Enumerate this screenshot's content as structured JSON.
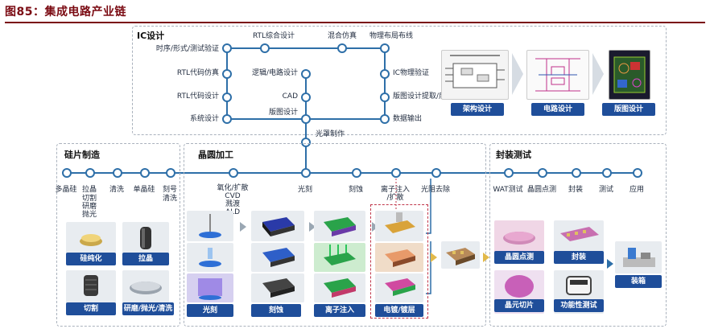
{
  "title": "图85：集成电路产业链",
  "ic_design": {
    "label": "IC设计",
    "top": [
      "RTL综合设计",
      "混合仿真",
      "物理布局布线"
    ],
    "left": [
      "时序/形式/测试验证",
      "RTL代码仿真",
      "RTL代码设计",
      "系统设计"
    ],
    "center": [
      "逻辑/电路设计",
      "CAD",
      "版图设计"
    ],
    "right": [
      "IC物理验证",
      "版图设计提取/后仿",
      "数据输出"
    ],
    "mask": "光罩制作",
    "image_captions": [
      "架构设计",
      "电路设计",
      "版图设计"
    ]
  },
  "wafer_mfg": {
    "label": "硅片制造",
    "steps": [
      "多晶硅",
      "拉晶",
      "清洗",
      "单晶硅",
      "刻号"
    ],
    "sub": [
      "切割\n研磨\n抛光",
      "清洗"
    ],
    "images": [
      "硅纯化",
      "拉晶",
      "切割",
      "研磨/抛光/清洗"
    ]
  },
  "wafer_proc": {
    "label": "晶圆加工",
    "steps": [
      "氧化/扩散\nCVD\n溅渡\nALD",
      "光刻",
      "刻蚀",
      "离子注入\n/扩散",
      "光阻去除"
    ],
    "images": [
      "光刻",
      "刻蚀",
      "离子注入",
      "电镀/镀层"
    ]
  },
  "packaging": {
    "label": "封装测试",
    "steps": [
      "WAT测试",
      "晶圆点测",
      "封装",
      "测试",
      "应用"
    ],
    "images": [
      "晶圆点测",
      "封装",
      "晶元切片",
      "功能性测试",
      "装箱"
    ]
  },
  "colors": {
    "title": "#7a0a12",
    "line": "#2e6fa8",
    "label_bg": "#1f4e9a"
  }
}
